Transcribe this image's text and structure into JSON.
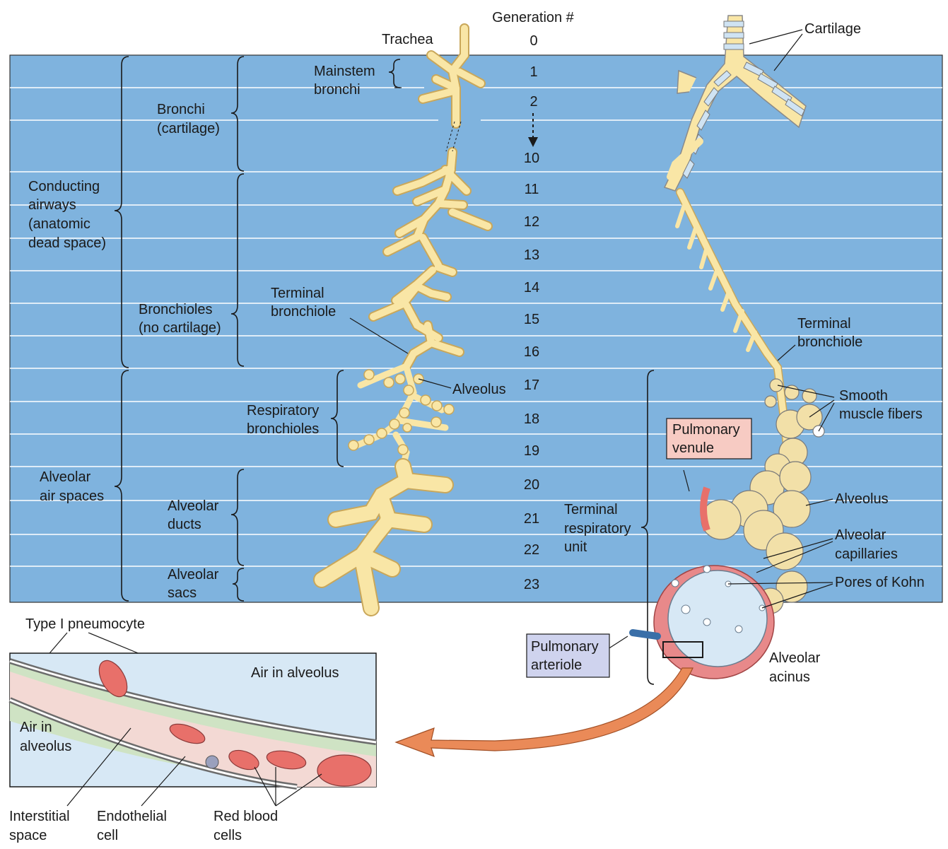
{
  "header": {
    "generation_title": "Generation #",
    "trachea": "Trachea",
    "cartilage": "Cartilage"
  },
  "generations": [
    "0",
    "1",
    "2",
    "10",
    "11",
    "12",
    "13",
    "14",
    "15",
    "16",
    "17",
    "18",
    "19",
    "20",
    "21",
    "22",
    "23"
  ],
  "zones": {
    "conducting": [
      "Conducting",
      "airways",
      "(anatomic",
      "dead space)"
    ],
    "alveolar_air": [
      "Alveolar",
      "air spaces"
    ],
    "bronchi": [
      "Bronchi",
      "(cartilage)"
    ],
    "bronchioles": [
      "Bronchioles",
      "(no cartilage)"
    ],
    "mainstem": [
      "Mainstem",
      "bronchi"
    ],
    "terminal_bronchiole": [
      "Terminal",
      "bronchiole"
    ],
    "alveolus": "Alveolus",
    "respiratory_bronchioles": [
      "Respiratory",
      "bronchioles"
    ],
    "alveolar_ducts": [
      "Alveolar",
      "ducts"
    ],
    "alveolar_sacs": [
      "Alveolar",
      "sacs"
    ],
    "terminal_respiratory_unit": [
      "Terminal",
      "respiratory",
      "unit"
    ]
  },
  "right_labels": {
    "terminal_bronchiole": [
      "Terminal",
      "bronchiole"
    ],
    "smooth_muscle": [
      "Smooth",
      "muscle fibers"
    ],
    "pulmonary_venule": [
      "Pulmonary",
      "venule"
    ],
    "alveolus": "Alveolus",
    "alveolar_capillaries": [
      "Alveolar",
      "capillaries"
    ],
    "pores_of_kohn": "Pores of Kohn",
    "pulmonary_arteriole": [
      "Pulmonary",
      "arteriole"
    ],
    "alveolar_acinus": [
      "Alveolar",
      "acinus"
    ]
  },
  "inset": {
    "type1": "Type I pneumocyte",
    "air_top": "Air in alveolus",
    "air_left": [
      "Air in",
      "alveolus"
    ],
    "interstitial": [
      "Interstitial",
      "space"
    ],
    "endothelial": [
      "Endothelial",
      "cell"
    ],
    "rbc": [
      "Red blood",
      "cells"
    ]
  },
  "colors": {
    "band_blue": "#7fb3de",
    "airway": "#f9e6a6",
    "venule_box": "#f7cbc3",
    "arteriole_box": "#cfd3ee",
    "rbc": "#e8706a",
    "arrow": "#ea8a58"
  }
}
